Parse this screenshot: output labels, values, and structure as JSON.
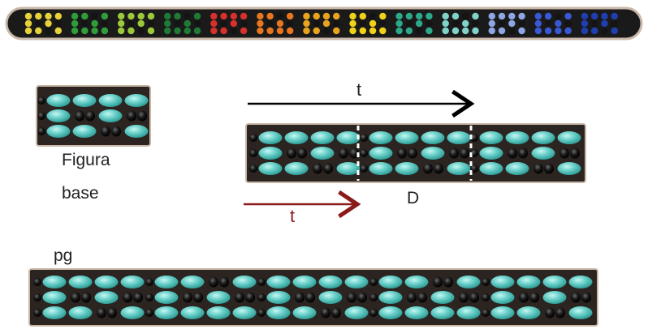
{
  "labels": {
    "figura_base": "Figura",
    "figura_base_2": "base",
    "translation_top": "t",
    "translation_red": "t",
    "period_D": "D",
    "pg": "pg"
  },
  "colors": {
    "teal_bead": "#6fd3cc",
    "teal_shade": "#2f9e98",
    "black_bead": "#1a1a1a",
    "bead_highlight": "#b9f1ec",
    "strip_background": "#2b2420",
    "strip_edge": "#c9b7a8",
    "arrow_black": "#000000",
    "arrow_red": "#8b1a1a",
    "dash": "#ffffff"
  },
  "bracelet_colors": [
    "#e7d23a",
    "#2f9e3a",
    "#9cc93a",
    "#1f7a36",
    "#d8302c",
    "#e8751f",
    "#e9a41f",
    "#f0d21a",
    "#2ca88a",
    "#7fd3c9",
    "#8fa6e6",
    "#3958d6",
    "#1f3fb0"
  ],
  "motifs": {
    "base_motif_count": 1,
    "translation_strip_count": 3,
    "pg_strip_count": 5
  }
}
